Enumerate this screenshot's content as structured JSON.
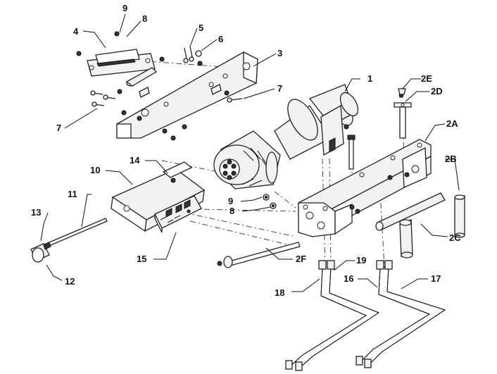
{
  "callouts": {
    "c1": "1",
    "c2A": "2A",
    "c2B": "2B",
    "c2C": "2C",
    "c2D": "2D",
    "c2E": "2E",
    "c2F": "2F",
    "c3": "3",
    "c4": "4",
    "c5": "5",
    "c6": "6",
    "c7a": "7",
    "c7b": "7",
    "c8a": "8",
    "c8b": "8",
    "c9a": "9",
    "c9b": "9",
    "c10": "10",
    "c11": "11",
    "c12": "12",
    "c13": "13",
    "c14": "14",
    "c15": "15",
    "c16": "16",
    "c17": "17",
    "c18": "18",
    "c19": "19"
  }
}
